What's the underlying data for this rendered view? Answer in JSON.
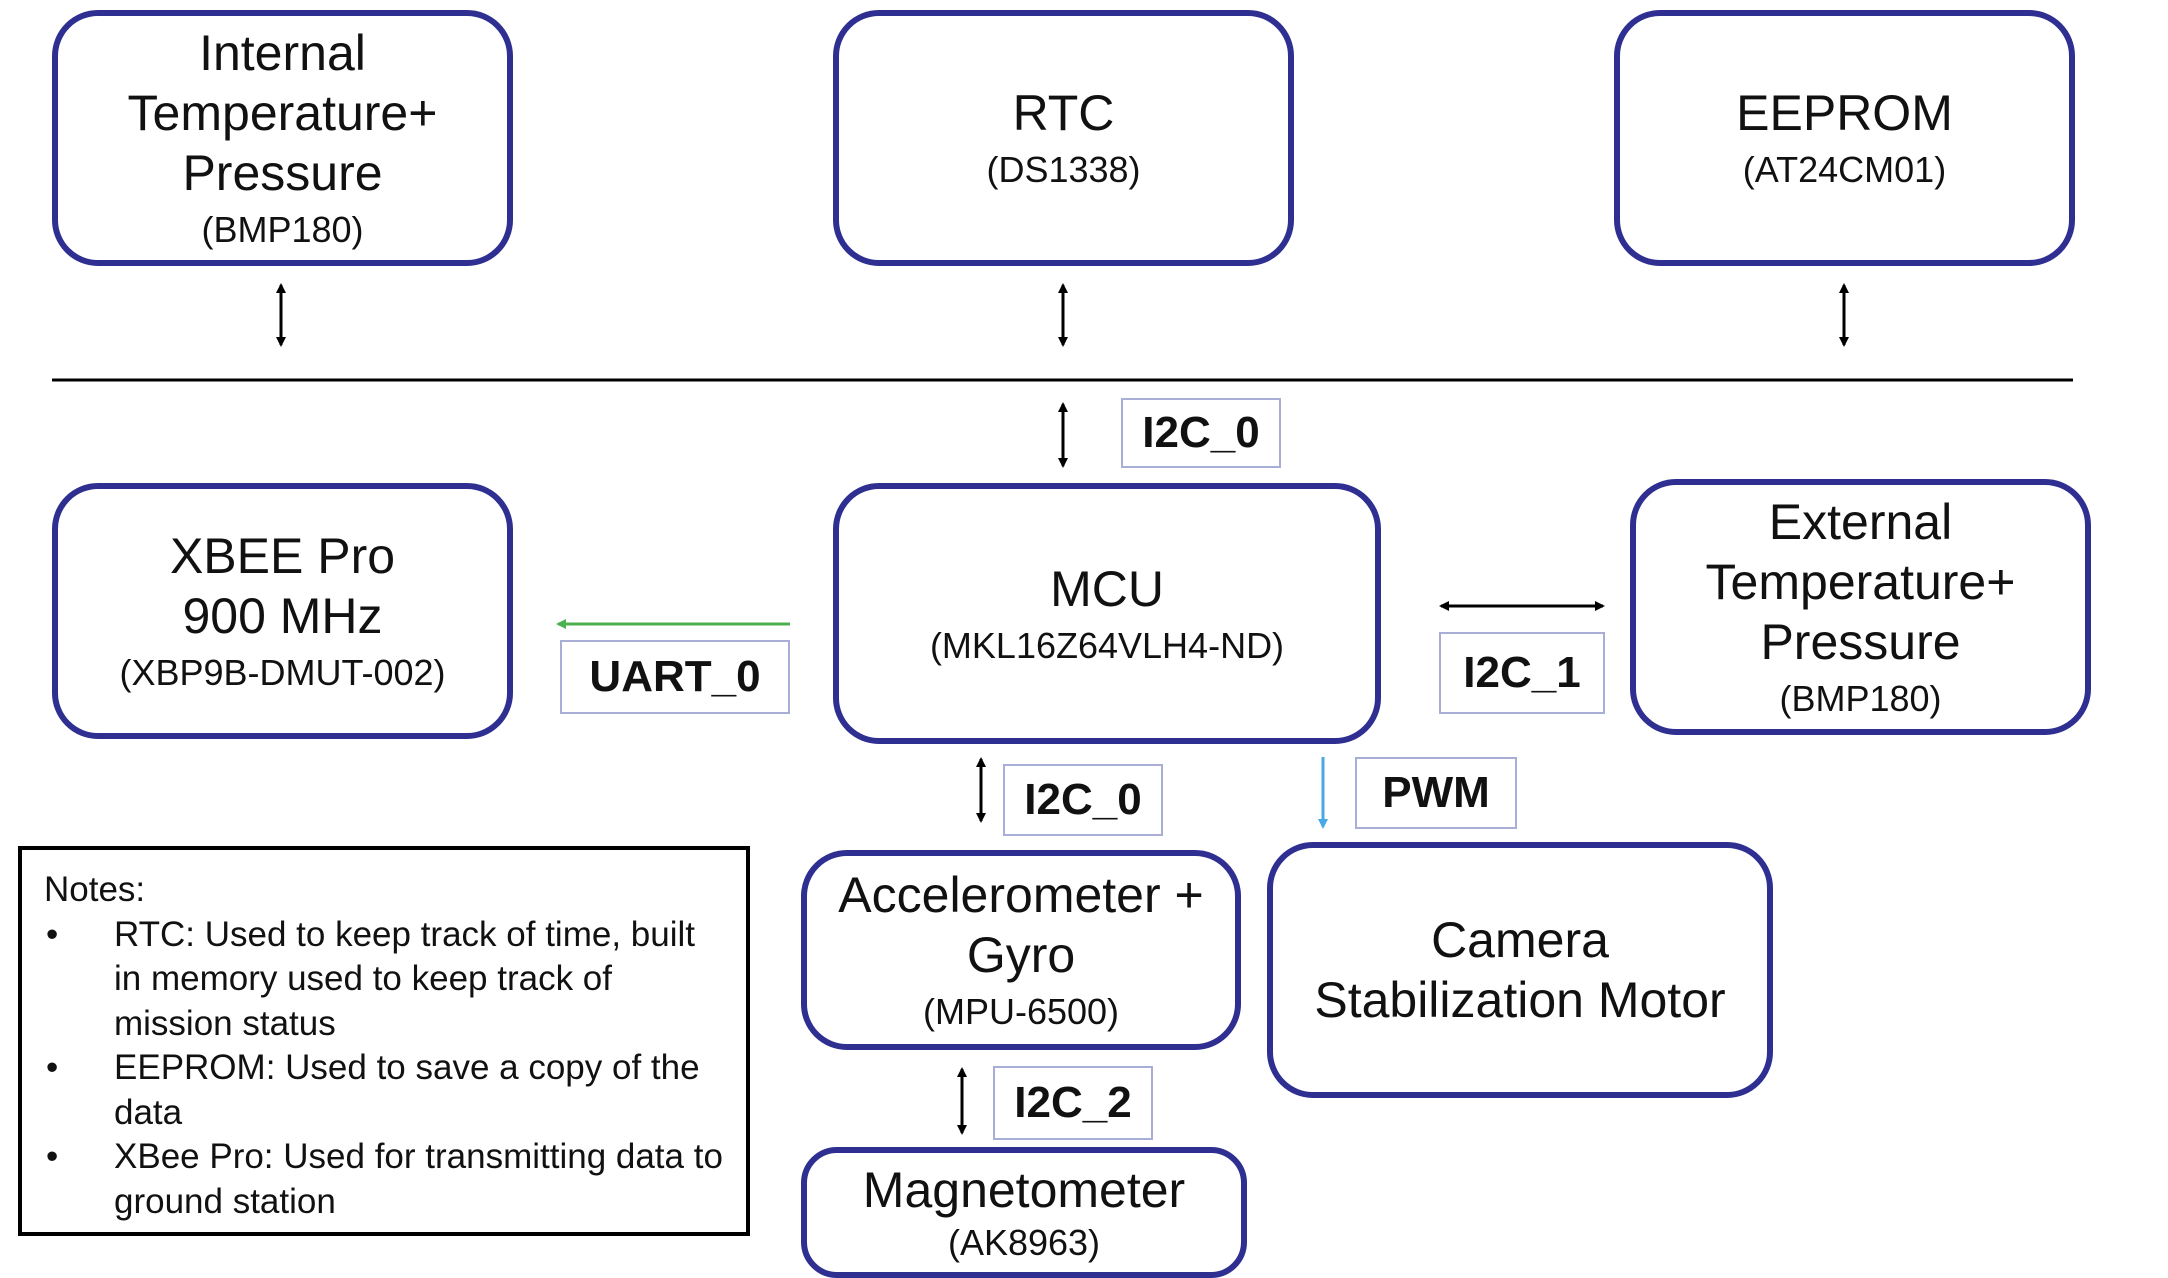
{
  "blocks": {
    "bmp_internal": {
      "title": "Internal\nTemperature+\nPressure",
      "part": "(BMP180)"
    },
    "rtc": {
      "title": "RTC",
      "part": "(DS1338)"
    },
    "eeprom": {
      "title": "EEPROM",
      "part": "(AT24CM01)"
    },
    "xbee": {
      "title": "XBEE Pro\n900 MHz",
      "part": "(XBP9B-DMUT-002)"
    },
    "mcu": {
      "title": "MCU",
      "part": "(MKL16Z64VLH4-ND)"
    },
    "bmp_external": {
      "title": "External\nTemperature+\nPressure",
      "part": "(BMP180)"
    },
    "accel_gyro": {
      "title": "Accelerometer +\nGyro",
      "part": "(MPU-6500)"
    },
    "camera_motor": {
      "title": "Camera\nStabilization Motor"
    },
    "magnetometer": {
      "title": "Magnetometer",
      "part": "(AK8963)"
    }
  },
  "links": {
    "i2c0_bus": "I2C_0",
    "uart0": "UART_0",
    "i2c1": "I2C_1",
    "i2c0_accel": "I2C_0",
    "pwm": "PWM",
    "i2c2": "I2C_2"
  },
  "notes": {
    "heading": "Notes:",
    "items": [
      "RTC: Used to keep track of time, built in memory used to keep track of mission status",
      "EEPROM: Used to save a copy of the data",
      "XBee Pro: Used for transmitting data to ground station"
    ],
    "bullet": "•"
  },
  "colors": {
    "block_border": "#2e2f91",
    "label_border": "#a9aed6",
    "uart_arrow": "#4caf50",
    "pwm_arrow": "#4aa8e6",
    "line": "#000000"
  }
}
